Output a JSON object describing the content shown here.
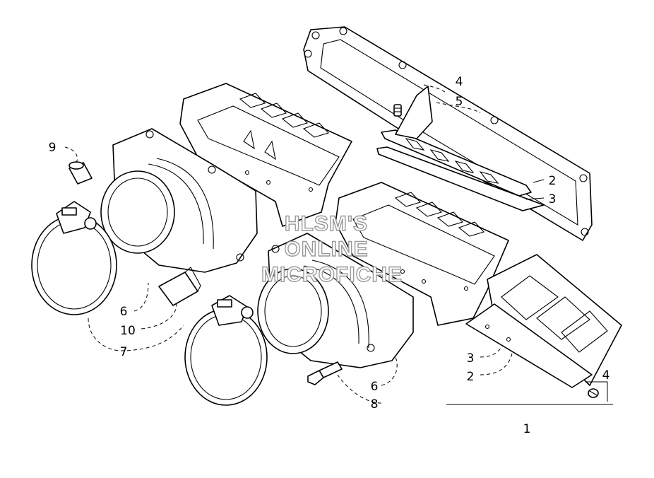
{
  "callouts": [
    {
      "id": "c9",
      "label": "9"
    },
    {
      "id": "c4a",
      "label": "4"
    },
    {
      "id": "c5",
      "label": "5"
    },
    {
      "id": "c2a",
      "label": "2"
    },
    {
      "id": "c3a",
      "label": "3"
    },
    {
      "id": "c6a",
      "label": "6"
    },
    {
      "id": "c10",
      "label": "10"
    },
    {
      "id": "c7",
      "label": "7"
    },
    {
      "id": "c3b",
      "label": "3"
    },
    {
      "id": "c2b",
      "label": "2"
    },
    {
      "id": "c4b",
      "label": "4"
    },
    {
      "id": "c6b",
      "label": "6"
    },
    {
      "id": "c8",
      "label": "8"
    },
    {
      "id": "c1",
      "label": "1"
    }
  ],
  "watermark": {
    "line1": "HLSM'S",
    "line2": "ONLINE",
    "line3": "MICROFICHE"
  }
}
